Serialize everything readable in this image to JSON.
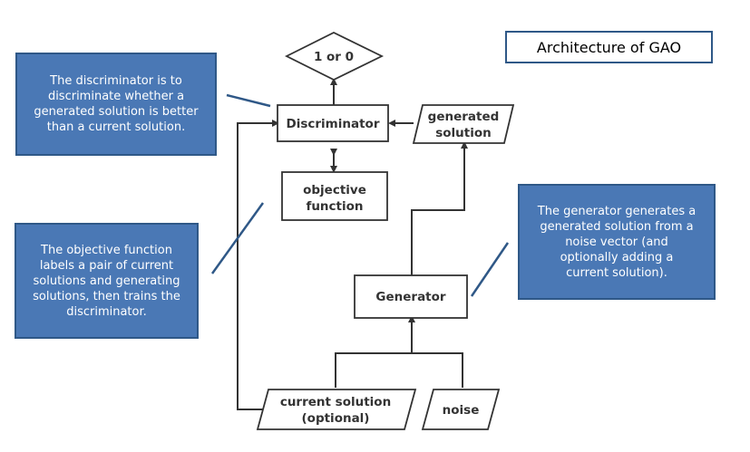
{
  "title": "Architecture of GAO",
  "nodes": {
    "output": "1 or 0",
    "discriminator": "Discriminator",
    "generated_solution": [
      "generated",
      "solution"
    ],
    "objective_function": [
      "objective",
      "function"
    ],
    "generator": "Generator",
    "current_solution": [
      "current solution",
      "(optional)"
    ],
    "noise": "noise"
  },
  "callouts": {
    "discriminator": "The discriminator is to\ndiscriminate whether a\ngenerated solution is better\nthan a current solution.",
    "objective_function": "The objective function\nlabels a pair of current\nsolutions and generating\nsolutions, then trains the\ndiscriminator.",
    "generator": "The generator generates a\ngenerated solution from a\nnoise vector (and\noptionally adding a\ncurrent solution)."
  },
  "colors": {
    "callout_fill": "#4a78b5",
    "callout_border": "#2f5887",
    "node_stroke": "#333333",
    "connector": "#2f5887"
  }
}
